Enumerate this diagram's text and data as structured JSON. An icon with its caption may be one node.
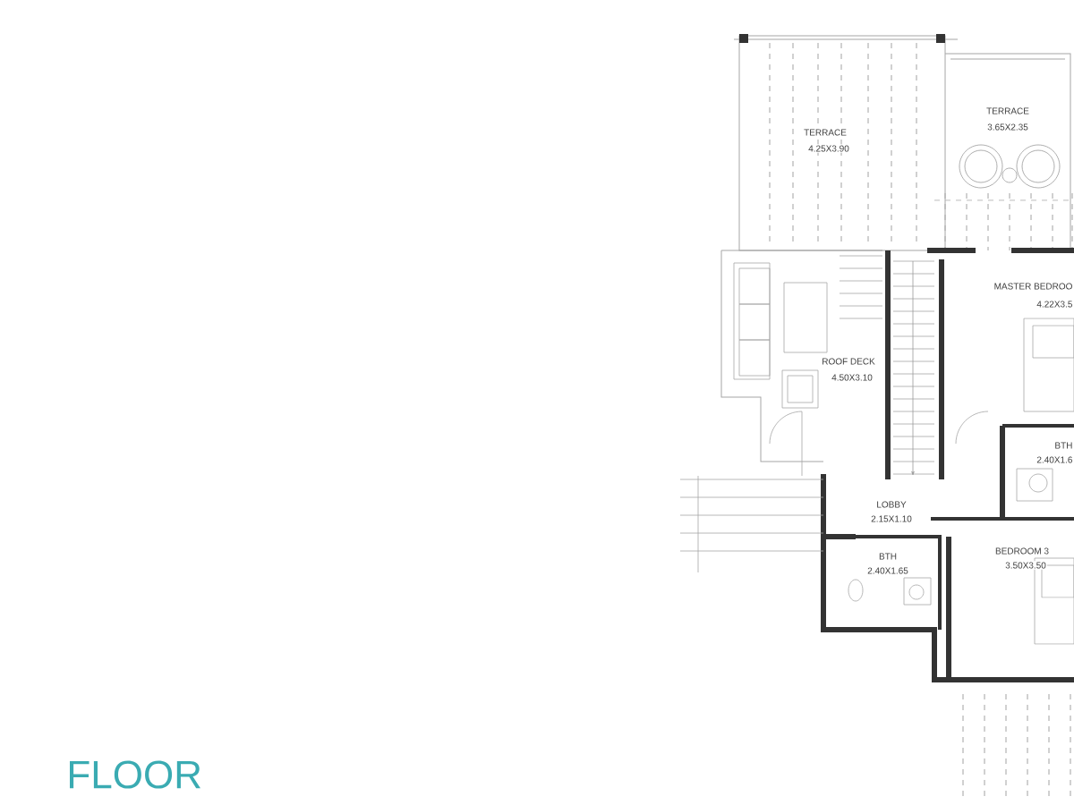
{
  "diagram": {
    "title": "FLOOR",
    "labels": [
      "TERRACE",
      "4.25X3.90",
      "TERRACE",
      "3.65X2.35",
      "ROOF DECK",
      "4.50X3.10",
      "MASTER BEDROO",
      "4.22X3.5",
      "BTH",
      "2.40X1.6",
      "LOBBY",
      "2.15X1.10",
      "BTH",
      "2.40X1.65",
      "BEDROOM 3",
      "3.50X3.50"
    ]
  }
}
